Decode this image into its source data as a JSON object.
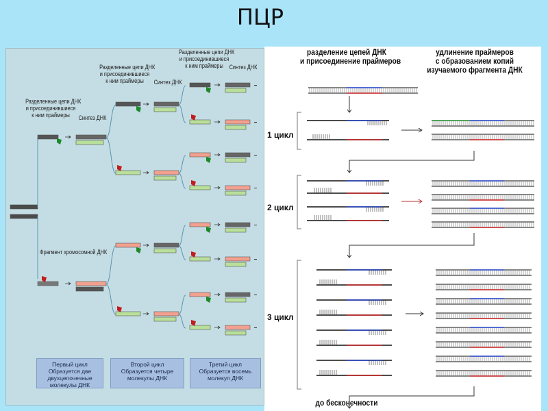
{
  "title": "ПЦР",
  "left": {
    "labels": {
      "l1": "Разделенные цепи ДНК\nи присоединившиеся\nк ним праймеры",
      "l2": "Синтез ДНК",
      "l3": "Разделенные цепи ДНК\nи присоединившиеся\nк ним праймеры",
      "l4": "Синтез ДНК",
      "l5": "Разделенные цепи ДНК\nи присоединившиеся\nк ним праймеры",
      "l6": "Синтез ДНК",
      "fragment": "Фрагмент хромосомной ДНК"
    },
    "footer": [
      "Первый цикл\nОбразуется две двухцепочечные\nмолекулы ДНК",
      "Второй цикл\nОбразуется четыре молекулы ДНК",
      "Третий цикл\nОбразуется восемь молекул ДНК"
    ]
  },
  "right": {
    "header_left": "разделение цепей ДНК\nи присоединение праймеров",
    "header_right": "удлинение праймеров\nс образованием копий\nизучаемого фрагмента ДНК",
    "cycles": [
      "1 цикл",
      "2 цикл",
      "3 цикл"
    ],
    "footer": "до бесконечности"
  },
  "colors": {
    "green": "#1d8a2a",
    "light_green": "#b9e09a",
    "pink": "#f3a08f",
    "red": "#c41c1c",
    "blue": "#1f3fc4",
    "dark": "#4a4a4a"
  }
}
